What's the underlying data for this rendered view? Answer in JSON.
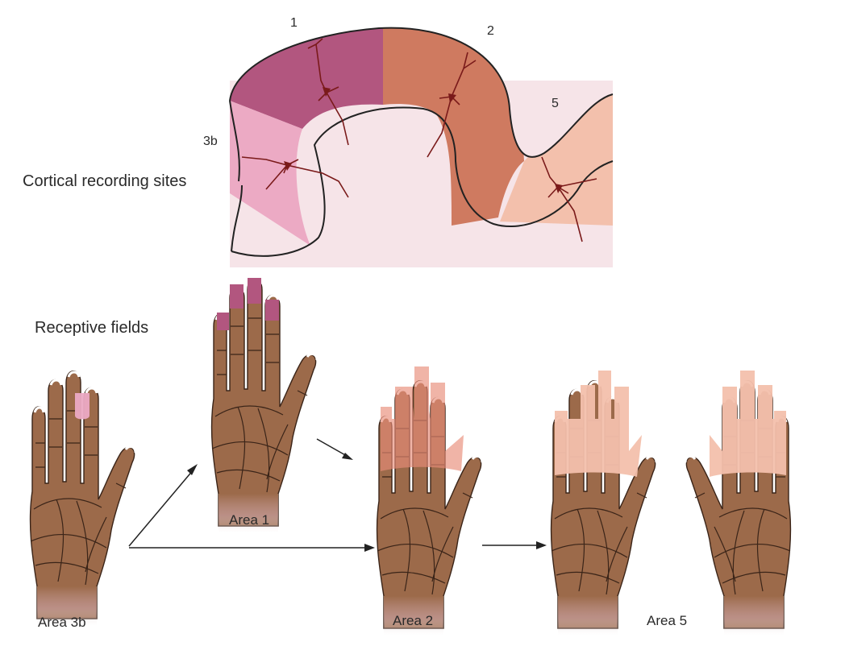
{
  "diagram": {
    "cortex_labels": {
      "area_3b": "3b",
      "area_1": "1",
      "area_2": "2",
      "area_5": "5",
      "recording_sites": "Cortical recording sites"
    },
    "receptive_fields_label": "Receptive fields",
    "hand_labels": {
      "area_3b": "Area 3b",
      "area_1": "Area 1",
      "area_2": "Area 2",
      "area_5": "Area 5"
    },
    "colors": {
      "skin": "#9c6a4a",
      "crease": "#3a2418",
      "area_1": "#b2567f",
      "area_2": "#cf7a60",
      "area_3b": "#ecaac4",
      "area_5": "#f3c0ac",
      "cortex_background": "#f6e4e8",
      "neuron": "#7a1a1a"
    }
  }
}
